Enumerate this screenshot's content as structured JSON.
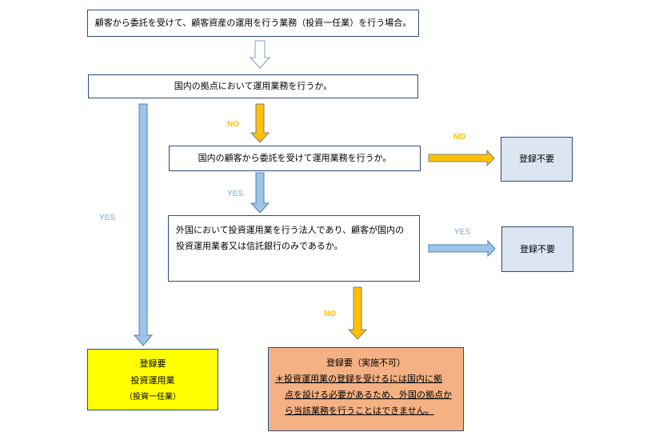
{
  "nodes": {
    "start": "顧客から委託を受けて、顧客資産の運用を行う業務（投資一任業）を行う場合。",
    "q1": "国内の拠点において運用業務を行うか。",
    "q2": "国内の顧客から委託を受けて運用業務を行うか。",
    "q3": {
      "line1": "外国において投資運用業を行う法人であり、顧客が国内の",
      "line2": "投資運用業者又は信託銀行のみであるか。"
    },
    "result_not_required_1": "登録不要",
    "result_not_required_2": "登録不要",
    "result_required": {
      "line1": "登録要",
      "line2": "投資運用業",
      "line3": "（投資一任業）"
    },
    "result_required_impossible": {
      "title": "登録要（実施不可）",
      "note1": "＊投資運用業の登録を受けるには国内に拠",
      "note2": "点を設ける必要があるため、外国の拠点か",
      "note3": "ら当該業務を行うことはできません。"
    }
  },
  "edge_labels": {
    "q1_no": "NO",
    "q1_yes": "YES",
    "q2_no": "NO",
    "q2_yes": "YES",
    "q3_yes": "YES",
    "q3_no": "NO"
  },
  "colors": {
    "no_arrow": "#ffc000",
    "yes_arrow": "#9dc3e6",
    "border": "#2f4b7c",
    "not_required_fill": "#dce6f2",
    "required_fill": "#ffff00",
    "impossible_fill": "#f4b183"
  }
}
